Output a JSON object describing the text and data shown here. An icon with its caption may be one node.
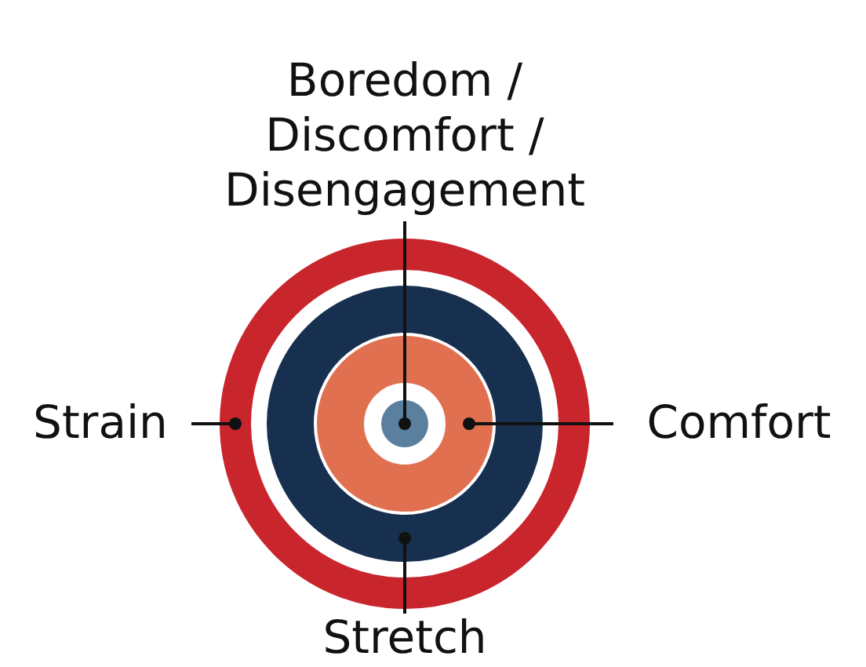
{
  "diagram": {
    "nodes": [
      {
        "text": [
          "Boredom / Discomfort / Disengagement"
        ]
      },
      {
        "text": [
          "Strain"
        ]
      },
      {
        "text": [
          "Comfort"
        ]
      },
      {
        "text": [
          "Stretch"
        ]
      },
      {
        "text": [],
        "shape": "circle"
      },
      {
        "text": [],
        "shape": "circle",
        "in": 4
      },
      {
        "text": [],
        "shape": "circle",
        "in": 5
      },
      {
        "text": [],
        "shape": "circle",
        "in": 6
      }
    ],
    "edges": [
      {
        "from": 0,
        "to": 7,
        "arrow": "other"
      },
      {
        "from": 1,
        "to": 4,
        "arrow": "other"
      },
      {
        "from": 2,
        "to": 6,
        "arrow": "other"
      },
      {
        "from": 3,
        "to": 5,
        "arrow": "other"
      }
    ]
  }
}
